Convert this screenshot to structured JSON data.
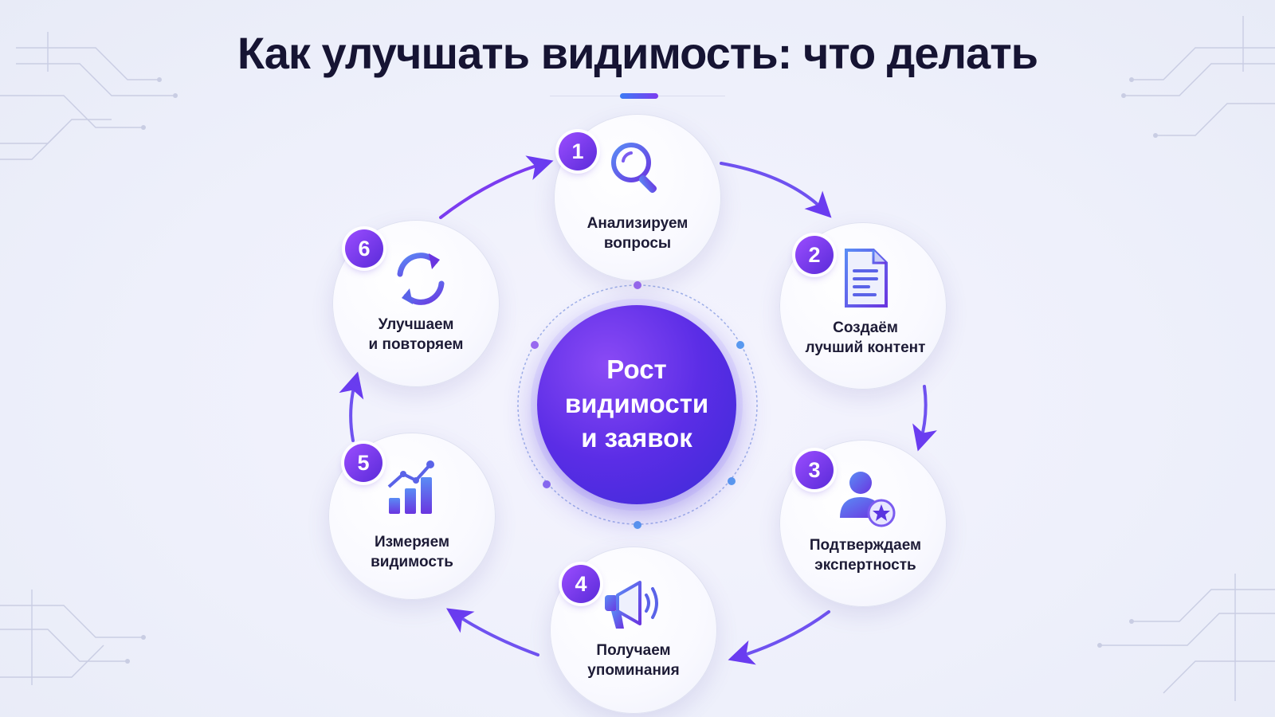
{
  "title": "Как улучшать видимость: что делать",
  "center": {
    "lines": [
      "Рост",
      "видимости",
      "и заявок"
    ]
  },
  "steps": [
    {
      "number": "1",
      "icon": "magnifier-icon",
      "lines": [
        "Анализируем",
        "вопросы"
      ]
    },
    {
      "number": "2",
      "icon": "document-icon",
      "lines": [
        "Создаём",
        "лучший контент"
      ]
    },
    {
      "number": "3",
      "icon": "user-star-icon",
      "lines": [
        "Подтверждаем",
        "экспертность"
      ]
    },
    {
      "number": "4",
      "icon": "megaphone-icon",
      "lines": [
        "Получаем",
        "упоминания"
      ]
    },
    {
      "number": "5",
      "icon": "bar-chart-icon",
      "lines": [
        "Измеряем",
        "видимость"
      ]
    },
    {
      "number": "6",
      "icon": "refresh-icon",
      "lines": [
        "Улучшаем",
        "и повторяем"
      ]
    }
  ],
  "colors": {
    "accent_purple": "#7b3cf0",
    "accent_blue": "#3a7bf5",
    "title_color": "#161433"
  }
}
